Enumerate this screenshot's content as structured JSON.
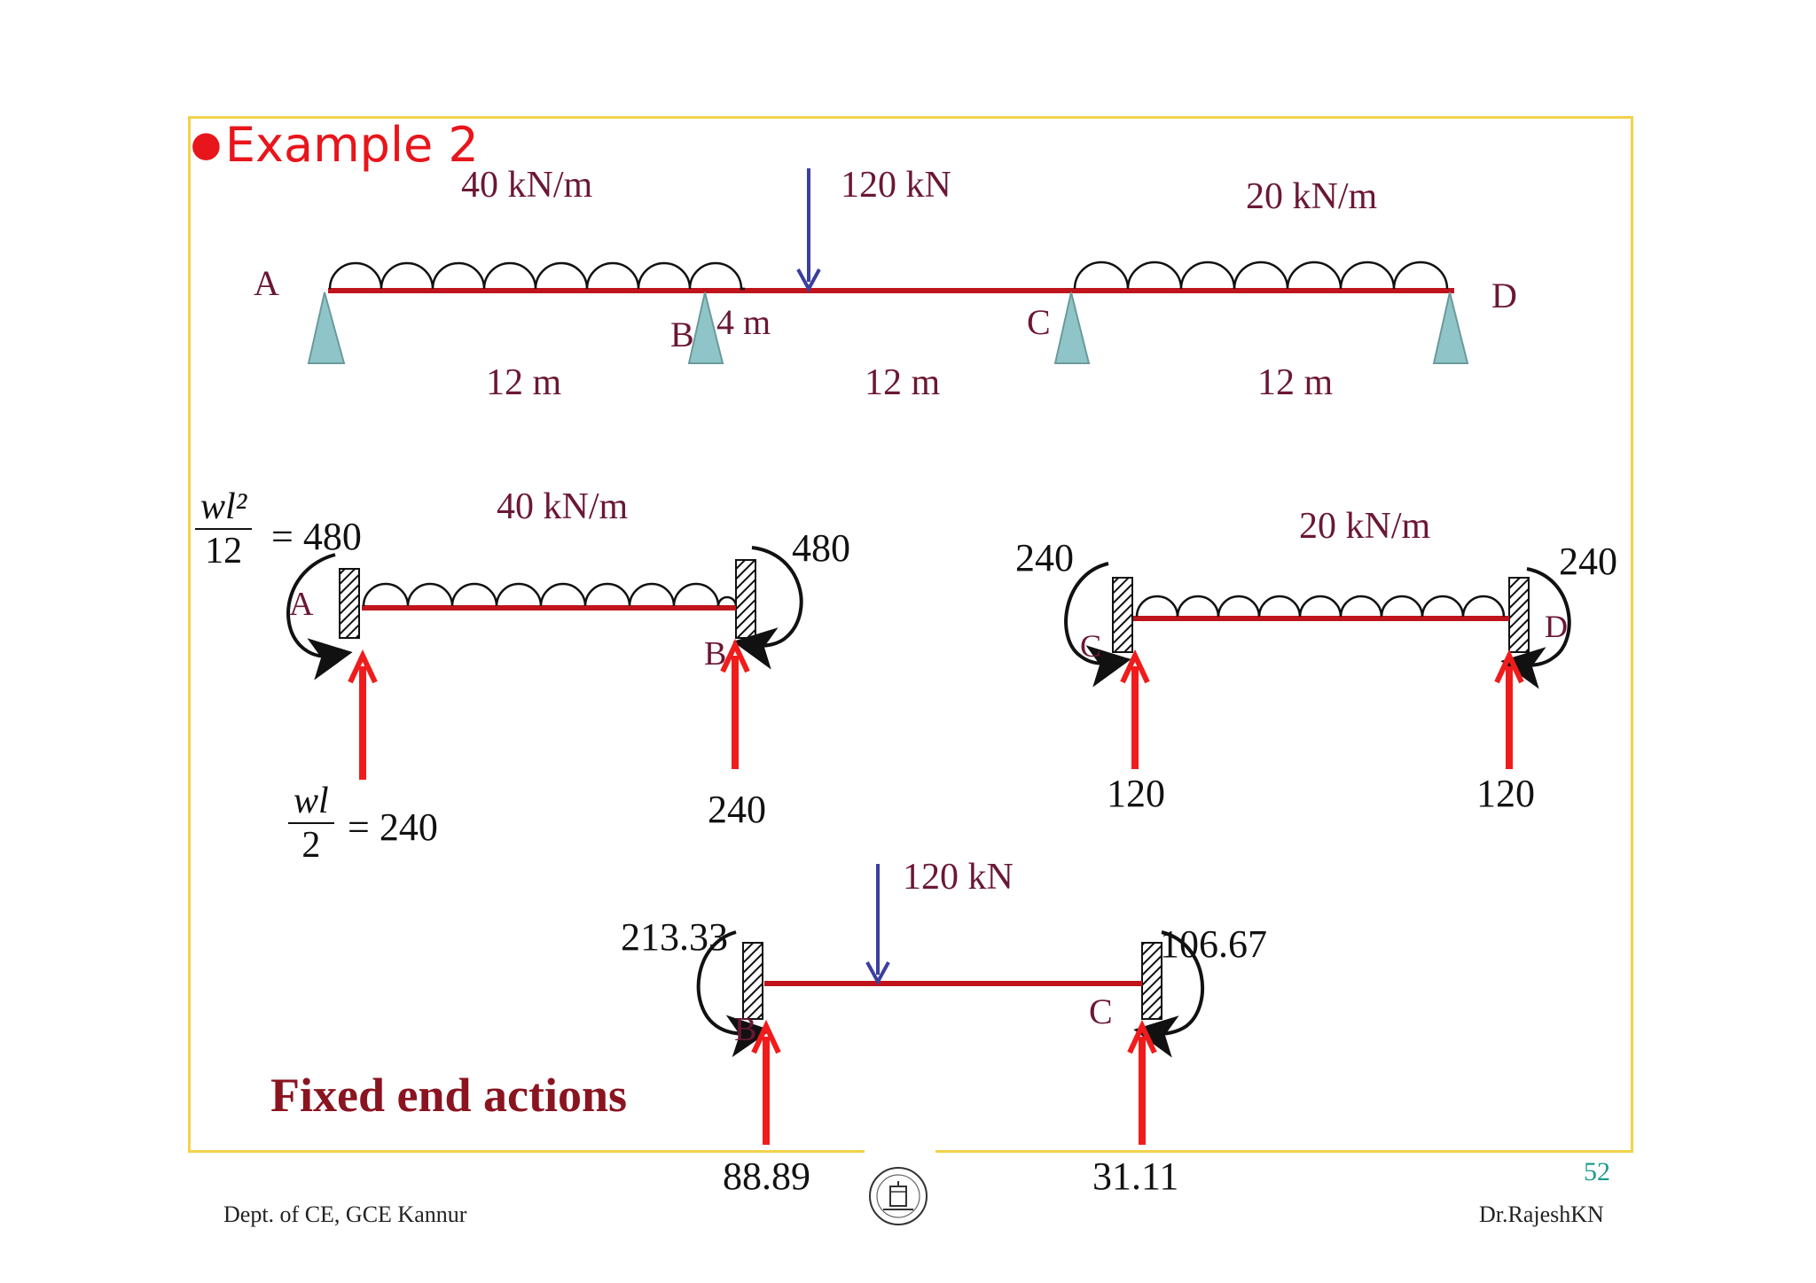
{
  "slide": {
    "title": "Example 2",
    "page_number": "52",
    "footer_left": "Dept. of CE, GCE Kannur",
    "footer_right": "Dr.RajeshKN",
    "subtitle": "Fixed end actions"
  },
  "beam": {
    "load_ab": "40 kN/m",
    "point_load": "120 kN",
    "load_cd": "20 kN/m",
    "node_a": "A",
    "node_b": "B",
    "node_c": "C",
    "node_d": "D",
    "offset_label": "4 m",
    "span_ab": "12 m",
    "span_bc": "12 m",
    "span_cd": "12 m"
  },
  "fixed_ab": {
    "load": "40 kN/m",
    "frac_moment_num": "wl²",
    "frac_moment_den": "12",
    "moment_a": "= 480",
    "moment_b": "480",
    "node_a": "A",
    "node_b": "B",
    "frac_react_num": "wl",
    "frac_react_den": "2",
    "reaction_a": "= 240",
    "reaction_b": "240"
  },
  "fixed_cd": {
    "load": "20 kN/m",
    "moment_c": "240",
    "moment_d": "240",
    "node_c": "C",
    "node_d": "D",
    "reaction_c": "120",
    "reaction_d": "120"
  },
  "fixed_bc": {
    "load": "120 kN",
    "moment_b": "213.33",
    "moment_c": "106.67",
    "node_b": "B",
    "node_c": "C",
    "reaction_b": "88.89",
    "reaction_c": "31.11"
  },
  "colors": {
    "beam": "#c0141c",
    "support": "#8fc5c8",
    "point_load": "#3b3f9e",
    "reaction": "#f01c1c",
    "label": "#6b1832"
  }
}
